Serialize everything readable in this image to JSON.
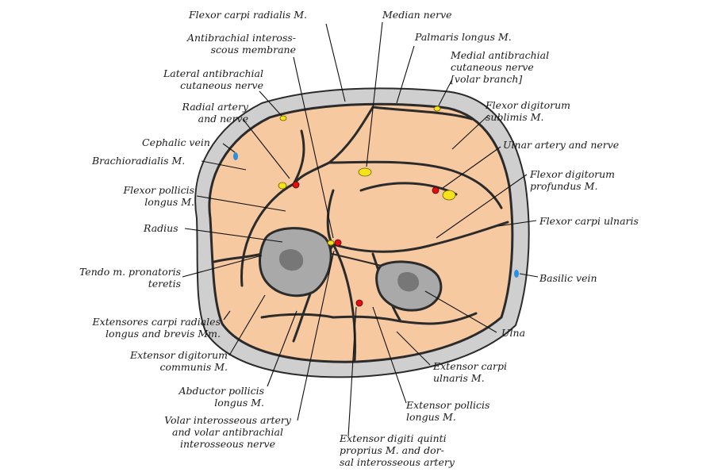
{
  "colors": {
    "muscle": "#f7c9a0",
    "fascia": "#2b2b2b",
    "skin": "#cfcfcf",
    "bone": "#a9a9a9",
    "nerve": "#f4e21a",
    "artery": "#e01010",
    "vein": "#2a8fe0"
  },
  "labels": {
    "flexor_carpi_radialis": "Flexor carpi radialis M.",
    "median_nerve": "Median nerve",
    "antibrachial_membrane": [
      "Antibrachial inteross-",
      "scous membrane"
    ],
    "palmaris_longus": "Palmaris longus M.",
    "medial_antibrachial_nerve": [
      "Medial antibrachial",
      "cutaneous nerve",
      "[volar branch]"
    ],
    "lateral_antibrachial_nerve": [
      "Lateral antibrachial",
      "cutaneous nerve"
    ],
    "radial_artery_nerve": [
      "Radial artery",
      "and nerve"
    ],
    "flexor_digitorum_sublimis": [
      "Flexor digitorum",
      "sublimis M."
    ],
    "cephalic_vein": "Cephalic vein",
    "ulnar_artery_nerve": "Ulnar artery and nerve",
    "brachioradialis": "Brachioradialis M.",
    "flexor_digitorum_profundus": [
      "Flexor digitorum",
      "profundus M."
    ],
    "flexor_pollicis_longus": [
      "Flexor pollicis",
      "longus M."
    ],
    "flexor_carpi_ulnaris": "Flexor carpi ulnaris",
    "radius": "Radius",
    "tendo_pronatoris": [
      "Tendo m. pronatoris",
      "teretis"
    ],
    "basilic_vein": "Basilic vein",
    "extensores_carpi_radiales": [
      "Extensores carpi radiales",
      "longus and brevis Mm."
    ],
    "ulna": "Ulna",
    "extensor_digitorum_communis": [
      "Extensor digitorum",
      "communis M."
    ],
    "extensor_carpi_ulnaris": [
      "Extensor carpi",
      "ulnaris M."
    ],
    "abductor_pollicis_longus": [
      "Abductor pollicis",
      "longus M."
    ],
    "extensor_pollicis_longus": [
      "Extensor pollicis",
      "longus M."
    ],
    "volar_interosseous_artery": [
      "Volar interosseous artery",
      "and volar antibrachial",
      "interosseous nerve"
    ],
    "extensor_digiti_quinti": [
      "Extensor digiti quinti",
      "proprius M. and dor-",
      "sal interosseous artery"
    ]
  }
}
